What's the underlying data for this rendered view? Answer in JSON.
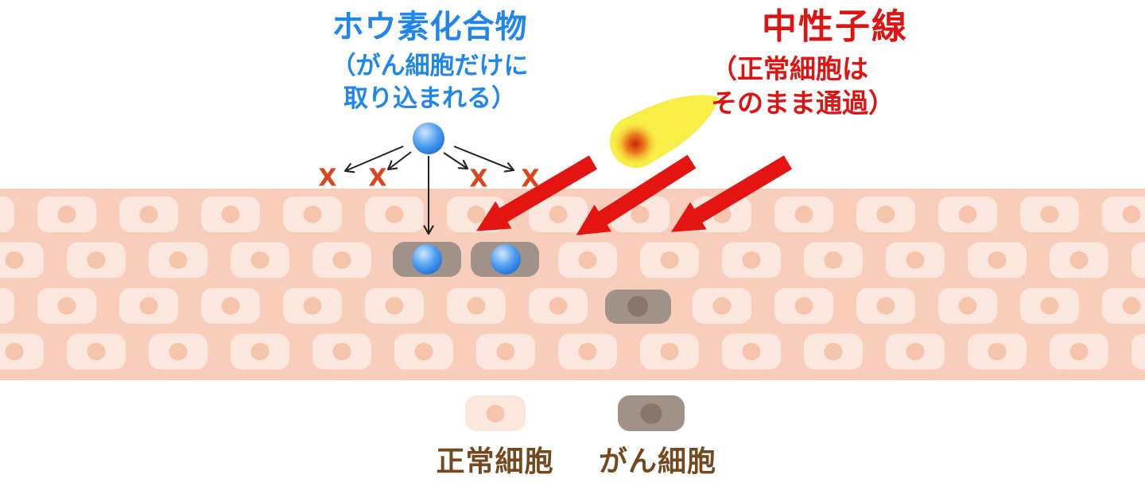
{
  "boron": {
    "title": "ホウ素化合物",
    "subtitle_line1": "（がん細胞だけに",
    "subtitle_line2": "取り込まれる）"
  },
  "neutron": {
    "title": "中性子線",
    "subtitle_line1": "（正常細胞は",
    "subtitle_line2": "そのまま通過）"
  },
  "marks": {
    "symbol": "X"
  },
  "legend": {
    "normal_cell_label": "正常細胞",
    "cancer_cell_label": "がん細胞"
  },
  "colors": {
    "background": "#ffffff",
    "boron_text": "#2186ec",
    "neutron_text": "#dd1414",
    "legend_text": "#74491f",
    "x_mark": "#d9451c",
    "tissue_background": "#f8cdb9",
    "normal_cell_fill": "#fce7de",
    "normal_cell_nucleus": "#f6c3ab",
    "cancer_cell_fill": "#a09289",
    "cancer_cell_nucleus": "#877669",
    "boron_ball_light": "#cfe9ff",
    "boron_ball_mid": "#4f9ef0",
    "boron_ball_dark": "#1a6fd6",
    "neutron_arrow": "#e41410",
    "comet_yellow": "#f8ee45",
    "comet_core_mid": "#ea7a1c",
    "comet_core": "#cb2505",
    "thin_arrow": "#222222"
  }
}
